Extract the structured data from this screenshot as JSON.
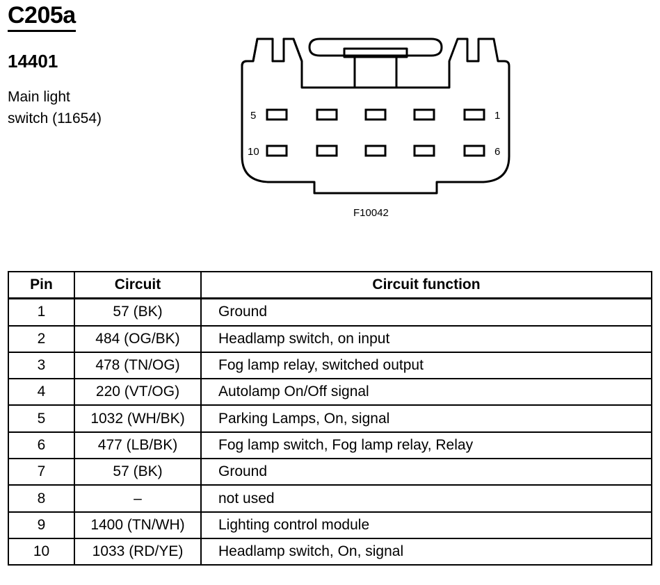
{
  "connector": {
    "id": "C205a",
    "part_number": "14401",
    "description_line1": "Main light",
    "description_line2": "switch (11654)",
    "figure_label": "F10042",
    "pin_labels": {
      "top_left": "5",
      "top_right": "1",
      "bottom_left": "10",
      "bottom_right": "6"
    }
  },
  "table": {
    "headers": {
      "pin": "Pin",
      "circuit": "Circuit",
      "function": "Circuit function"
    },
    "rows": [
      {
        "pin": "1",
        "circuit": "57 (BK)",
        "function": "Ground"
      },
      {
        "pin": "2",
        "circuit": "484 (OG/BK)",
        "function": "Headlamp switch, on input"
      },
      {
        "pin": "3",
        "circuit": "478 (TN/OG)",
        "function": "Fog lamp relay, switched output"
      },
      {
        "pin": "4",
        "circuit": "220 (VT/OG)",
        "function": "Autolamp On/Off signal"
      },
      {
        "pin": "5",
        "circuit": "1032 (WH/BK)",
        "function": "Parking Lamps, On, signal"
      },
      {
        "pin": "6",
        "circuit": "477 (LB/BK)",
        "function": "Fog lamp switch, Fog lamp relay, Relay"
      },
      {
        "pin": "7",
        "circuit": "57 (BK)",
        "function": "Ground"
      },
      {
        "pin": "8",
        "circuit": "–",
        "function": "not used"
      },
      {
        "pin": "9",
        "circuit": "1400 (TN/WH)",
        "function": "Lighting control module"
      },
      {
        "pin": "10",
        "circuit": "1033 (RD/YE)",
        "function": "Headlamp switch, On, signal"
      }
    ]
  }
}
